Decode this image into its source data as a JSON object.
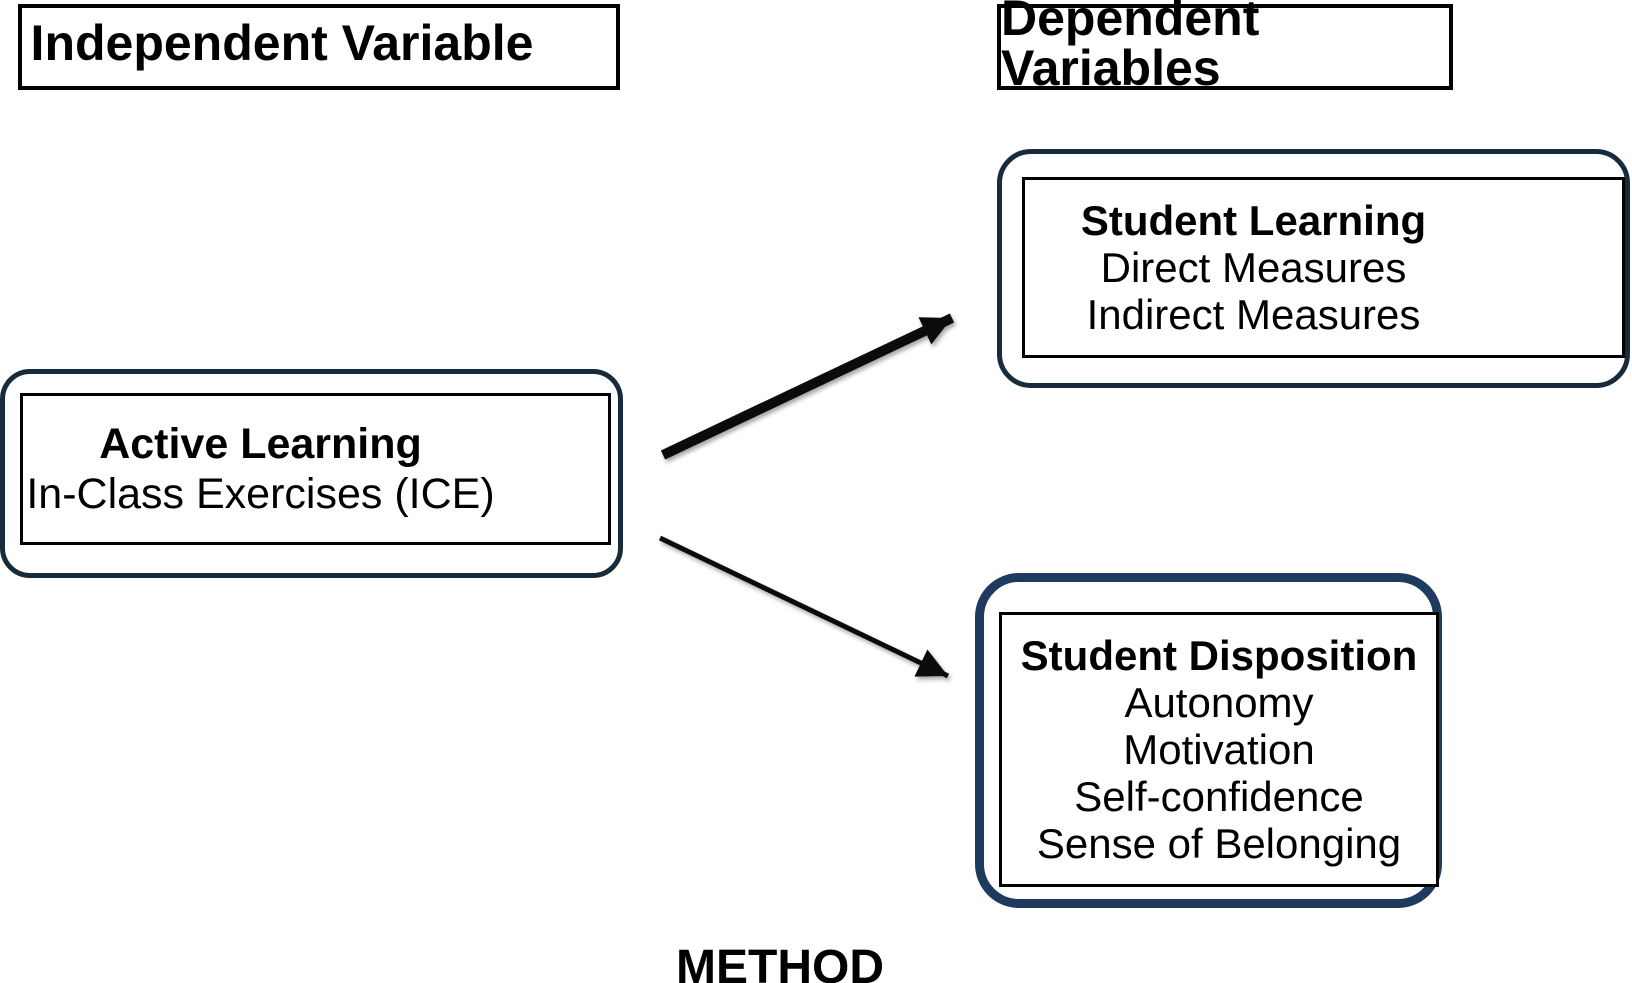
{
  "headers": {
    "independent": "Independent Variable",
    "dependent": "Dependent Variables"
  },
  "nodes": {
    "active_learning": {
      "title": "Active Learning",
      "lines": [
        "In-Class Exercises (ICE)"
      ]
    },
    "student_learning": {
      "title": "Student Learning",
      "lines": [
        "Direct Measures",
        "Indirect Measures"
      ]
    },
    "student_disposition": {
      "title": "Student Disposition",
      "lines": [
        "Autonomy",
        "Motivation",
        "Self-confidence",
        "Sense of Belonging"
      ]
    }
  },
  "arrows": [
    {
      "name": "active-learning-to-student-learning",
      "style": "thick"
    },
    {
      "name": "active-learning-to-student-disposition",
      "style": "thin"
    }
  ],
  "footer": {
    "method_label": "METHOD"
  },
  "colors": {
    "background": "#ffffff",
    "text": "#000000",
    "slate_border": "#182b3c",
    "navy_border": "#1f3a5f",
    "inner_border": "#000000",
    "arrow": "#0b0b0b"
  }
}
